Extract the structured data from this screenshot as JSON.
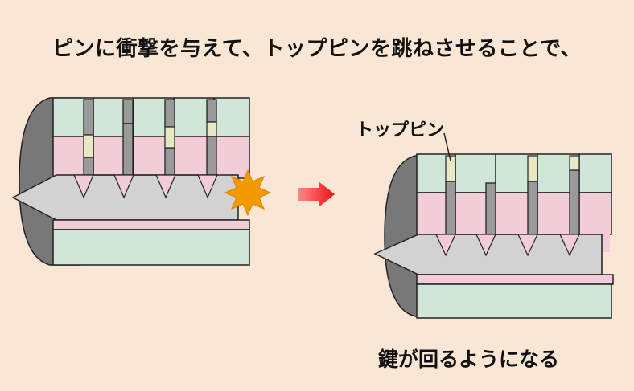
{
  "headline": "ピンに衝撃を与えて、トップピンを跳ねさせることで、",
  "top_pin_label": "トップピン",
  "result_caption": "鍵が回るようになる",
  "colors": {
    "background": "#fae6d4",
    "housing": "#787878",
    "top_pin_chamber": "#cfe6d9",
    "bottom_pin_chamber": "#f2cdd8",
    "pin": "#9a9a9a",
    "spring_block": "#e8e8c4",
    "key": "#d2d2d2",
    "impact": "#f39a00",
    "arrow": "#ee1111"
  },
  "icons": [
    "impact-burst-icon",
    "right-arrow-icon"
  ]
}
